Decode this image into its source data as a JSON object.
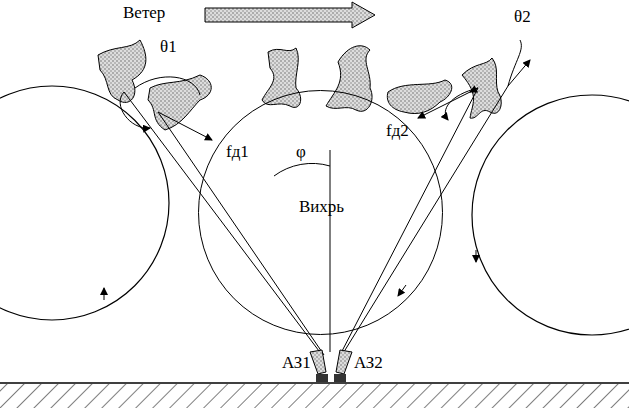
{
  "diagram": {
    "nodes": [
      {
        "text": [
          "Вихрь"
        ]
      }
    ],
    "labels": [
      "Ветер",
      "θ1",
      "θ2",
      "fд1",
      "fд2",
      "φ",
      "АЗ1",
      "АЗ2"
    ]
  }
}
